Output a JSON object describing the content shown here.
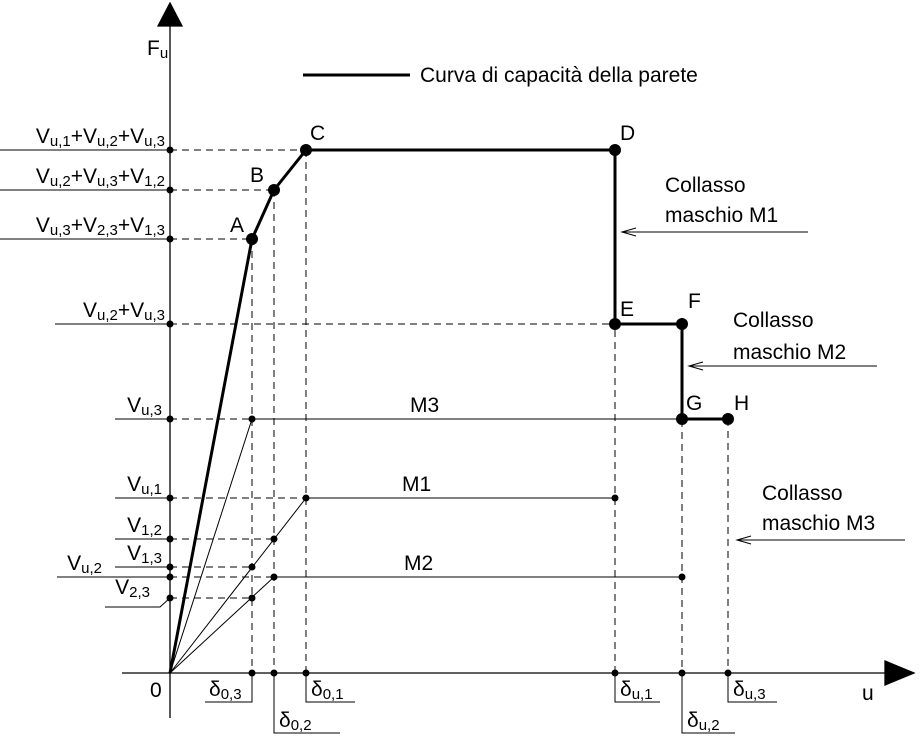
{
  "axes": {
    "y_label": [
      {
        "t": "F"
      },
      {
        "s": "u"
      }
    ],
    "x_label": "u",
    "origin": "0"
  },
  "legend": {
    "label": "Curva di capacità della parete"
  },
  "points": [
    "A",
    "B",
    "C",
    "D",
    "E",
    "F",
    "G",
    "H"
  ],
  "y_labels": [
    {
      "id": "c-level",
      "parts": [
        {
          "t": "V"
        },
        {
          "s": "u,1"
        },
        {
          "t": "+V"
        },
        {
          "s": "u,2"
        },
        {
          "t": "+V"
        },
        {
          "s": "u,3"
        }
      ]
    },
    {
      "id": "b-level",
      "parts": [
        {
          "t": "V"
        },
        {
          "s": "u,2"
        },
        {
          "t": "+V"
        },
        {
          "s": "u,3"
        },
        {
          "t": "+V"
        },
        {
          "s": "1,2"
        }
      ]
    },
    {
      "id": "a-level",
      "parts": [
        {
          "t": "V"
        },
        {
          "s": "u,3"
        },
        {
          "t": "+V"
        },
        {
          "s": "2,3"
        },
        {
          "t": "+V"
        },
        {
          "s": "1,3"
        }
      ]
    },
    {
      "id": "e-level",
      "parts": [
        {
          "t": "V"
        },
        {
          "s": "u,2"
        },
        {
          "t": "+V"
        },
        {
          "s": "u,3"
        }
      ]
    },
    {
      "id": "vu3",
      "parts": [
        {
          "t": "V"
        },
        {
          "s": "u,3"
        }
      ]
    },
    {
      "id": "vu1",
      "parts": [
        {
          "t": "V"
        },
        {
          "s": "u,1"
        }
      ]
    },
    {
      "id": "v12",
      "parts": [
        {
          "t": "V"
        },
        {
          "s": "1,2"
        }
      ]
    },
    {
      "id": "v13",
      "parts": [
        {
          "t": "V"
        },
        {
          "s": "1,3"
        }
      ]
    },
    {
      "id": "vu2",
      "parts": [
        {
          "t": "V"
        },
        {
          "s": "u,2"
        }
      ]
    },
    {
      "id": "v23",
      "parts": [
        {
          "t": "V"
        },
        {
          "s": "2,3"
        }
      ]
    }
  ],
  "x_labels": [
    {
      "id": "d03",
      "parts": [
        {
          "t": "δ"
        },
        {
          "s": "0,3"
        }
      ]
    },
    {
      "id": "d02",
      "parts": [
        {
          "t": "δ"
        },
        {
          "s": "0,2"
        }
      ]
    },
    {
      "id": "d01",
      "parts": [
        {
          "t": "δ"
        },
        {
          "s": "0,1"
        }
      ]
    },
    {
      "id": "du1",
      "parts": [
        {
          "t": "δ"
        },
        {
          "s": "u,1"
        }
      ]
    },
    {
      "id": "du2",
      "parts": [
        {
          "t": "δ"
        },
        {
          "s": "u,2"
        }
      ]
    },
    {
      "id": "du3",
      "parts": [
        {
          "t": "δ"
        },
        {
          "s": "u,3"
        }
      ]
    }
  ],
  "piers": [
    "M3",
    "M1",
    "M2"
  ],
  "annotations": [
    {
      "line1": "Collasso",
      "line2": "maschio M1"
    },
    {
      "line1": "Collasso",
      "line2": "maschio M2"
    },
    {
      "line1": "Collasso",
      "line2": "maschio M3"
    }
  ]
}
